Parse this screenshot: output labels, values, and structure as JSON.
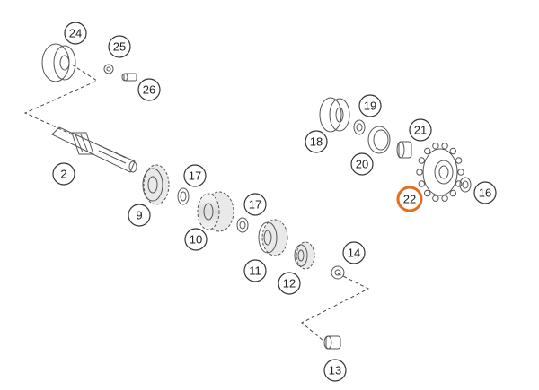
{
  "diagram": {
    "callouts": [
      {
        "id": "24",
        "label": "24"
      },
      {
        "id": "25",
        "label": "25"
      },
      {
        "id": "26",
        "label": "26"
      },
      {
        "id": "2",
        "label": "2"
      },
      {
        "id": "9",
        "label": "9"
      },
      {
        "id": "17a",
        "label": "17"
      },
      {
        "id": "10",
        "label": "10"
      },
      {
        "id": "17b",
        "label": "17"
      },
      {
        "id": "11",
        "label": "11"
      },
      {
        "id": "12",
        "label": "12"
      },
      {
        "id": "14",
        "label": "14"
      },
      {
        "id": "13",
        "label": "13"
      },
      {
        "id": "18",
        "label": "18"
      },
      {
        "id": "19",
        "label": "19"
      },
      {
        "id": "20",
        "label": "20"
      },
      {
        "id": "21",
        "label": "21"
      },
      {
        "id": "22",
        "label": "22",
        "highlight": true
      },
      {
        "id": "16",
        "label": "16"
      }
    ],
    "colors": {
      "highlight": "#e2701e",
      "line": "#444444",
      "part_fill": "#f2f2f2"
    }
  }
}
